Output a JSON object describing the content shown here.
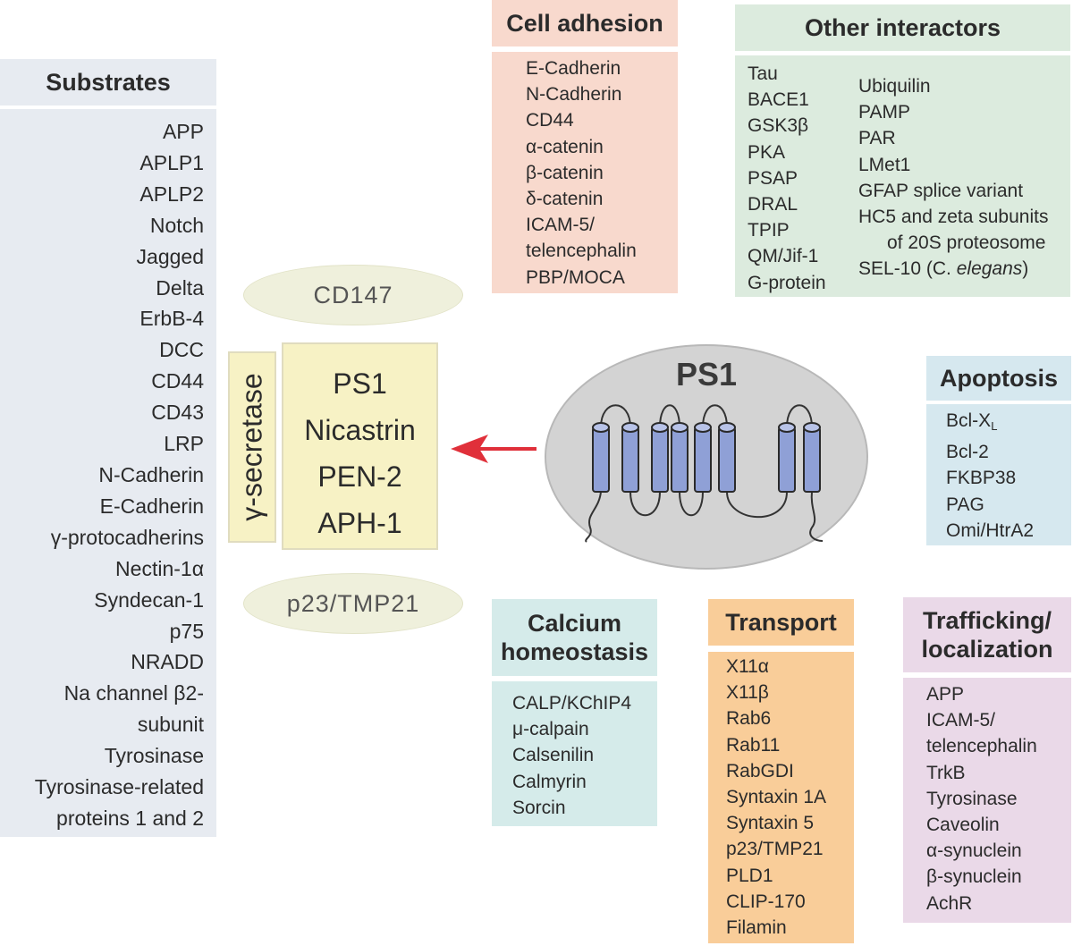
{
  "substrates": {
    "title": "Substrates",
    "items": [
      "APP",
      "APLP1",
      "APLP2",
      "Notch",
      "Jagged",
      "Delta",
      "ErbB-4",
      "DCC",
      "CD44",
      "CD43",
      "LRP",
      "N-Cadherin",
      "E-Cadherin",
      "γ-protocadherins",
      "Nectin-1α",
      "Syndecan-1",
      "p75",
      "NRADD",
      "Na channel β2-",
      "subunit",
      "Tyrosinase",
      "Tyrosinase-related",
      "proteins 1 and 2"
    ]
  },
  "cell_adhesion": {
    "title": "Cell adhesion",
    "items": [
      "E-Cadherin",
      "N-Cadherin",
      "CD44",
      "α-catenin",
      "β-catenin",
      "δ-catenin",
      "ICAM-5/",
      "telencephalin",
      "PBP/MOCA"
    ]
  },
  "other_interactors": {
    "title": "Other interactors",
    "col1": [
      "Tau",
      "BACE1",
      "GSK3β",
      "PKA",
      "PSAP",
      "DRAL",
      "TPIP",
      "QM/Jif-1",
      "G-protein"
    ],
    "col2": [
      "Ubiquilin",
      "PAMP",
      "PAR",
      "LMet1",
      "GFAP splice variant",
      "HC5 and zeta subunits",
      "of 20S proteosome"
    ],
    "sel10": {
      "prefix": "SEL-10 (C. ",
      "italic": "elegans",
      "suffix": ")"
    }
  },
  "secretase": {
    "label": "γ-secretase",
    "items": [
      "PS1",
      "Nicastrin",
      "PEN-2",
      "APH-1"
    ]
  },
  "cd147": "CD147",
  "p23": "p23/TMP21",
  "ps1": "PS1",
  "apoptosis": {
    "title": "Apoptosis",
    "bclx": {
      "main": "Bcl-X",
      "sub": "L"
    },
    "items": [
      "Bcl-2",
      "FKBP38",
      "PAG",
      "Omi/HtrA2"
    ]
  },
  "calcium": {
    "title_lines": [
      "Calcium",
      "homeostasis"
    ],
    "items": [
      "CALP/KChIP4",
      "μ-calpain",
      "Calsenilin",
      "Calmyrin",
      "Sorcin"
    ]
  },
  "transport": {
    "title": "Transport",
    "items": [
      "X11α",
      "X11β",
      "Rab6",
      "Rab11",
      "RabGDI",
      "Syntaxin 1A",
      "Syntaxin 5",
      "p23/TMP21",
      "PLD1",
      "CLIP-170",
      "Filamin"
    ]
  },
  "trafficking": {
    "title_lines": [
      "Trafficking/",
      "localization"
    ],
    "items": [
      "APP",
      "ICAM-5/",
      "telencephalin",
      "TrkB",
      "Tyrosinase",
      "Caveolin",
      "α-synuclein",
      "β-synuclein",
      "AchR"
    ]
  },
  "colors": {
    "substrates": "#e7ebf1",
    "cell_adhesion": "#f8d9cd",
    "other": "#dcebde",
    "secretase": "#f7f2c5",
    "apoptosis": "#d6e8ef",
    "calcium": "#d5ebea",
    "transport": "#f9cd99",
    "trafficking": "#ead9e8",
    "helix": "#8fa0d6",
    "arrow": "#e0303a"
  }
}
